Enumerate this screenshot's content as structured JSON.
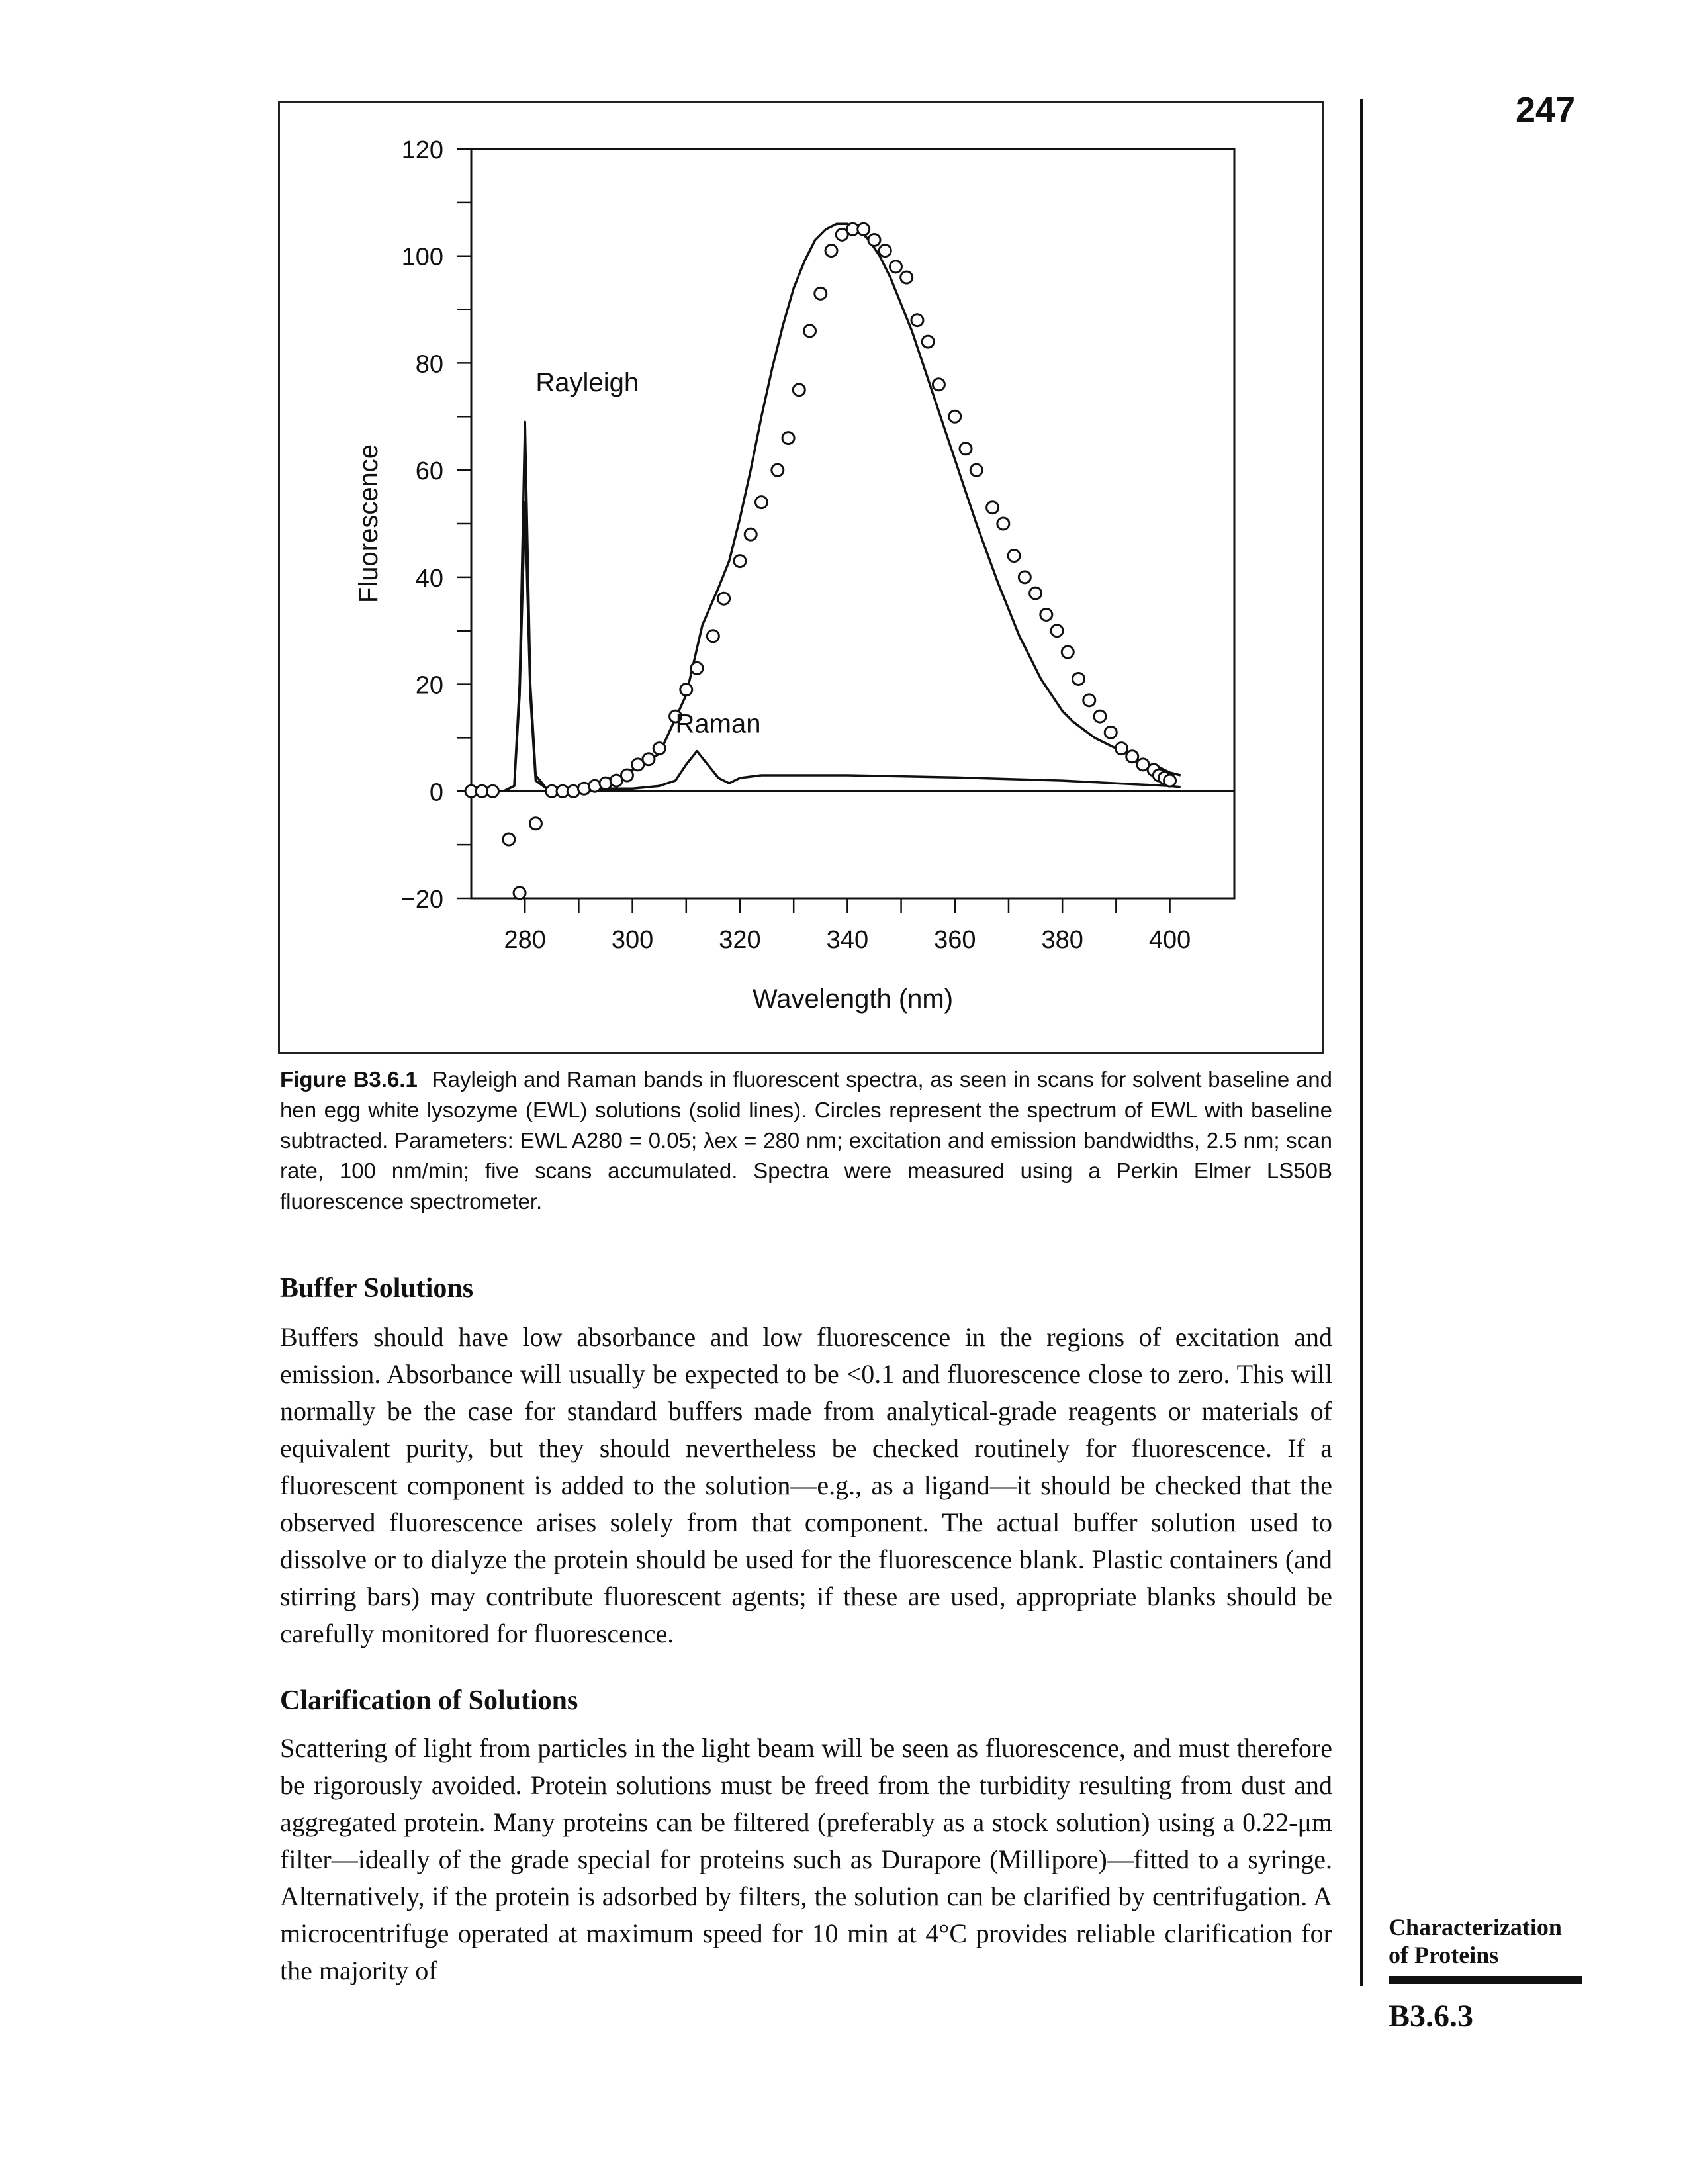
{
  "page_number": "247",
  "figure": {
    "caption_label": "Figure B3.6.1",
    "caption_text": "Rayleigh and Raman bands in fluorescent spectra, as seen in scans for solvent baseline and hen egg white lysozyme (EWL) solutions (solid lines). Circles represent the spectrum of EWL with baseline subtracted. Parameters: EWL A280 = 0.05; λex = 280 nm; excitation and emission bandwidths, 2.5 nm; scan rate, 100 nm/min; five scans accumulated. Spectra were measured using a Perkin Elmer LS50B fluorescence spectrometer."
  },
  "chart_data": {
    "type": "line",
    "xlabel": "Wavelength (nm)",
    "ylabel": "Fluorescence",
    "xlim": [
      270,
      412
    ],
    "ylim": [
      -20,
      120
    ],
    "x_ticks": [
      280,
      300,
      320,
      340,
      360,
      380,
      400
    ],
    "y_ticks": [
      120,
      100,
      80,
      60,
      40,
      20,
      0,
      -20
    ],
    "annotations": [
      "Rayleigh",
      "Raman"
    ],
    "series": [
      {
        "style": "solid",
        "x": [
          270,
          276,
          278,
          279,
          280,
          281,
          282,
          284,
          286,
          290,
          295,
          300,
          305,
          310,
          313,
          316,
          318,
          320,
          322,
          324,
          326,
          328,
          330,
          332,
          334,
          336,
          338,
          340,
          342,
          344,
          346,
          348,
          350,
          352,
          354,
          356,
          358,
          360,
          362,
          364,
          366,
          368,
          370,
          372,
          374,
          376,
          378,
          380,
          382,
          384,
          386,
          388,
          390,
          392,
          394,
          396,
          398,
          400,
          402
        ],
        "y": [
          0,
          0,
          1,
          20,
          69,
          20,
          3,
          0.5,
          0.5,
          0.5,
          1,
          4,
          7,
          18,
          31,
          38,
          43,
          51,
          60,
          70,
          79,
          87,
          94,
          99,
          103,
          105,
          106,
          106,
          105,
          103,
          100,
          96,
          91,
          86,
          80,
          74,
          68,
          62,
          56,
          50,
          44.5,
          39,
          34,
          29,
          25,
          21,
          18,
          15,
          13,
          11.5,
          10,
          9,
          8,
          7,
          6,
          5,
          4.5,
          3.5,
          3
        ]
      },
      {
        "style": "solid",
        "x": [
          270,
          276,
          278,
          279,
          280,
          281,
          282,
          284,
          286,
          290,
          295,
          300,
          305,
          308,
          310,
          312,
          314,
          316,
          318,
          320,
          324,
          330,
          340,
          350,
          360,
          370,
          380,
          390,
          400,
          402
        ],
        "y": [
          0,
          0,
          1,
          18,
          54,
          18,
          2,
          0.5,
          0.5,
          0.5,
          0.5,
          0.5,
          1,
          2,
          5,
          7.5,
          5,
          2.5,
          1.5,
          2.5,
          3,
          3,
          3,
          2.8,
          2.6,
          2.3,
          2,
          1.5,
          1,
          0.8
        ]
      },
      {
        "style": "circles",
        "x": [
          270,
          272,
          274,
          277,
          279,
          282,
          285,
          287,
          289,
          291,
          293,
          295,
          297,
          299,
          301,
          303,
          305,
          308,
          310,
          312,
          315,
          317,
          320,
          322,
          324,
          327,
          329,
          331,
          333,
          335,
          337,
          339,
          341,
          343,
          345,
          347,
          349,
          351,
          353,
          355,
          357,
          360,
          362,
          364,
          367,
          369,
          371,
          373,
          375,
          377,
          379,
          381,
          383,
          385,
          387,
          389,
          391,
          393,
          395,
          397,
          398,
          399,
          400
        ],
        "y": [
          0,
          0,
          0,
          -9,
          -19,
          -6,
          0,
          0,
          0,
          0.5,
          1,
          1.5,
          2,
          3,
          5,
          6,
          8,
          14,
          19,
          23,
          29,
          36,
          43,
          48,
          54,
          60,
          66,
          75,
          86,
          93,
          101,
          104,
          105,
          105,
          103,
          101,
          98,
          96,
          88,
          84,
          76,
          70,
          64,
          60,
          53,
          50,
          44,
          40,
          37,
          33,
          30,
          26,
          21,
          17,
          14,
          11,
          8,
          6.5,
          5,
          4,
          3,
          2.5,
          2
        ]
      }
    ]
  },
  "sections": {
    "buffer_heading": "Buffer Solutions",
    "buffer_text": "Buffers should have low absorbance and low fluorescence in the regions of excitation and emission. Absorbance will usually be expected to be <0.1 and fluorescence close to zero. This will normally be the case for standard buffers made from analytical-grade reagents or materials of equivalent purity, but they should nevertheless be checked routinely for fluorescence. If a fluorescent component is added to the solution—e.g., as a ligand—it should be checked that the observed fluorescence arises solely from that component. The actual buffer solution used to dissolve or to dialyze the protein should be used for the fluorescence blank. Plastic containers (and stirring bars) may contribute fluorescent agents; if these are used, appropriate blanks should be carefully monitored for fluorescence.",
    "clar_heading": "Clarification of Solutions",
    "clar_text": "Scattering of light from particles in the light beam will be seen as fluorescence, and must therefore be rigorously avoided. Protein solutions must be freed from the turbidity resulting from dust and aggregated protein. Many proteins can be filtered (preferably as a stock solution) using a 0.22-μm filter—ideally of the grade special for proteins such as Durapore (Millipore)—fitted to a syringe. Alternatively, if the protein is adsorbed by filters, the solution can be clarified by centrifugation. A microcentrifuge operated at maximum speed for 10 min at 4°C provides reliable clarification for the majority of"
  },
  "sidebar": {
    "title_line1": "Characterization",
    "title_line2": "of Proteins",
    "code": "B3.6.3"
  }
}
